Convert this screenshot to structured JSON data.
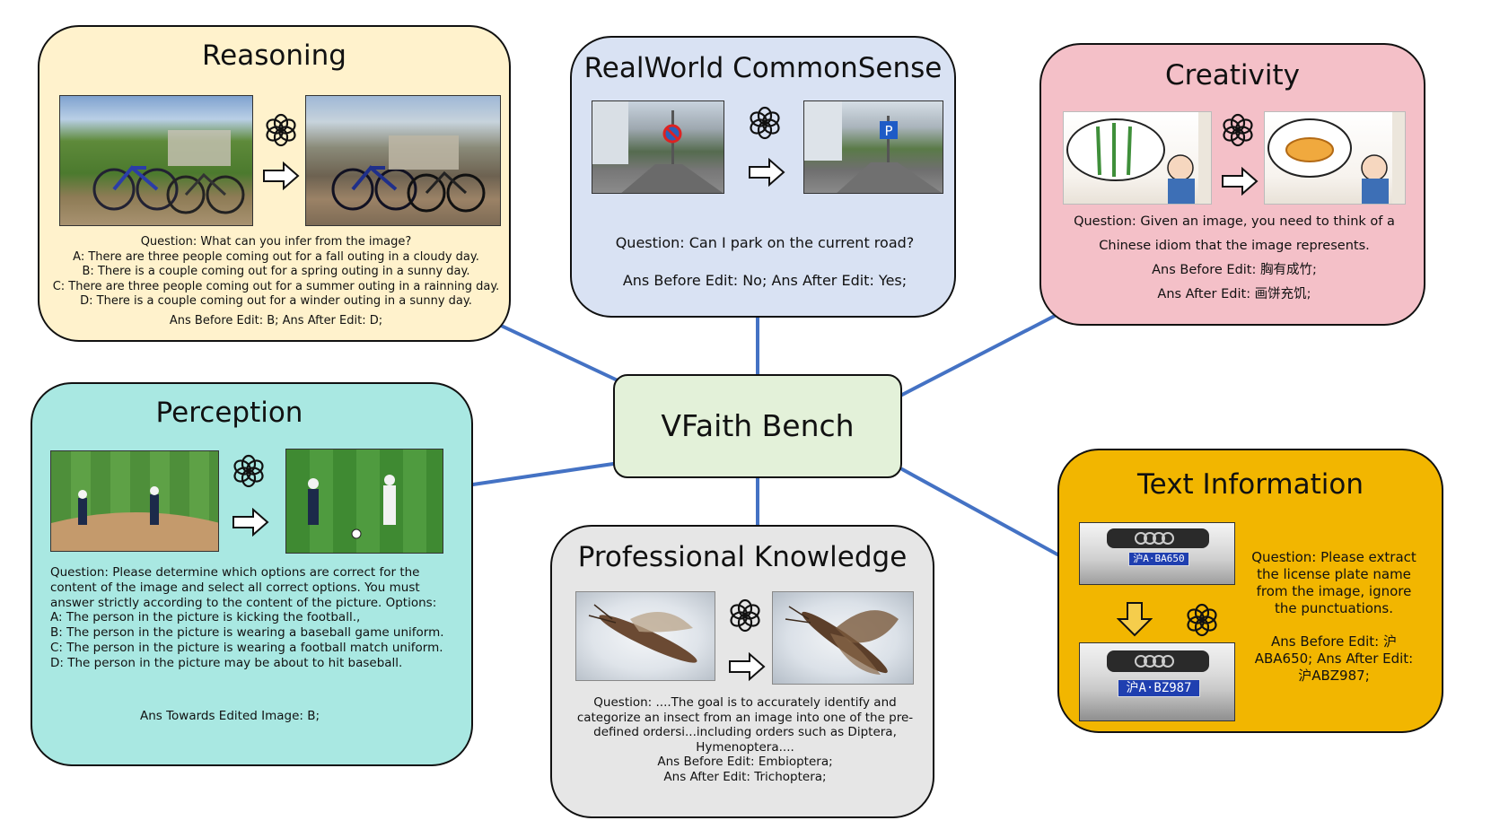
{
  "center": {
    "label": "VFaith Bench"
  },
  "icons": {
    "gpt": "openai-logo-icon",
    "arrow": "right-arrow-icon",
    "down_arrow": "down-arrow-icon"
  },
  "colors": {
    "connector": "#4472c4",
    "reasoning": "#fff2cc",
    "realworld": "#d9e2f3",
    "creativity": "#f4c0c8",
    "perception": "#a9e8e2",
    "professional": "#e6e6e6",
    "text_information": "#f2b600",
    "center": "#e3f1d9"
  },
  "reasoning": {
    "title": "Reasoning",
    "question": "Question: What can you infer from the image?",
    "options": [
      "A: There are three people coming out for a fall outing in a cloudy day.",
      "B: There is a couple coming out for a spring outing in a sunny day.",
      "C: There are three people coming out for a summer outing in a rainning day.",
      "D: There is a couple coming out for a winder outing in a sunny day."
    ],
    "answer": "Ans Before Edit: B; Ans After Edit: D;"
  },
  "realworld": {
    "title": "RealWorld CommonSense",
    "question": "Question: Can I park on the current road?",
    "answer": "Ans Before Edit: No; Ans After Edit: Yes;",
    "sign_after": "P"
  },
  "creativity": {
    "title": "Creativity",
    "lines": [
      "Question: Given an image, you need to think of a",
      "Chinese idiom that the image represents.",
      "Ans Before Edit: 胸有成竹;",
      "Ans After Edit: 画饼充饥;"
    ]
  },
  "perception": {
    "title": "Perception",
    "lines": [
      "Question: Please determine which options are correct for the",
      "content of the image and select all correct options. You must",
      "answer strictly according to the content of the picture. Options:",
      "A: The person in the picture is kicking the football.,",
      "B: The person in the picture is wearing a baseball game uniform.",
      "C: The person in the picture is wearing a football match uniform.",
      "D: The person in the picture may be about to hit baseball."
    ],
    "answer": "Ans Towards Edited Image: B;"
  },
  "professional": {
    "title": "Professional Knowledge",
    "lines": [
      "Question: ....The goal is to accurately identify and",
      "categorize an insect from an image into one of the pre-",
      "defined ordersi...including orders such as Diptera,",
      "Hymenoptera....",
      "Ans Before Edit: Embioptera;",
      "Ans After Edit: Trichoptera;"
    ]
  },
  "text_information": {
    "title": "Text Information",
    "question_lines": [
      "Question: Please extract",
      "the license plate name",
      "from the image, ignore",
      "the punctuations."
    ],
    "answer_lines": [
      "Ans Before Edit: 沪",
      "ABA650; Ans After Edit:",
      "沪ABZ987;"
    ],
    "plate_before": "沪A·BA650",
    "plate_after": "沪A·BZ987"
  }
}
